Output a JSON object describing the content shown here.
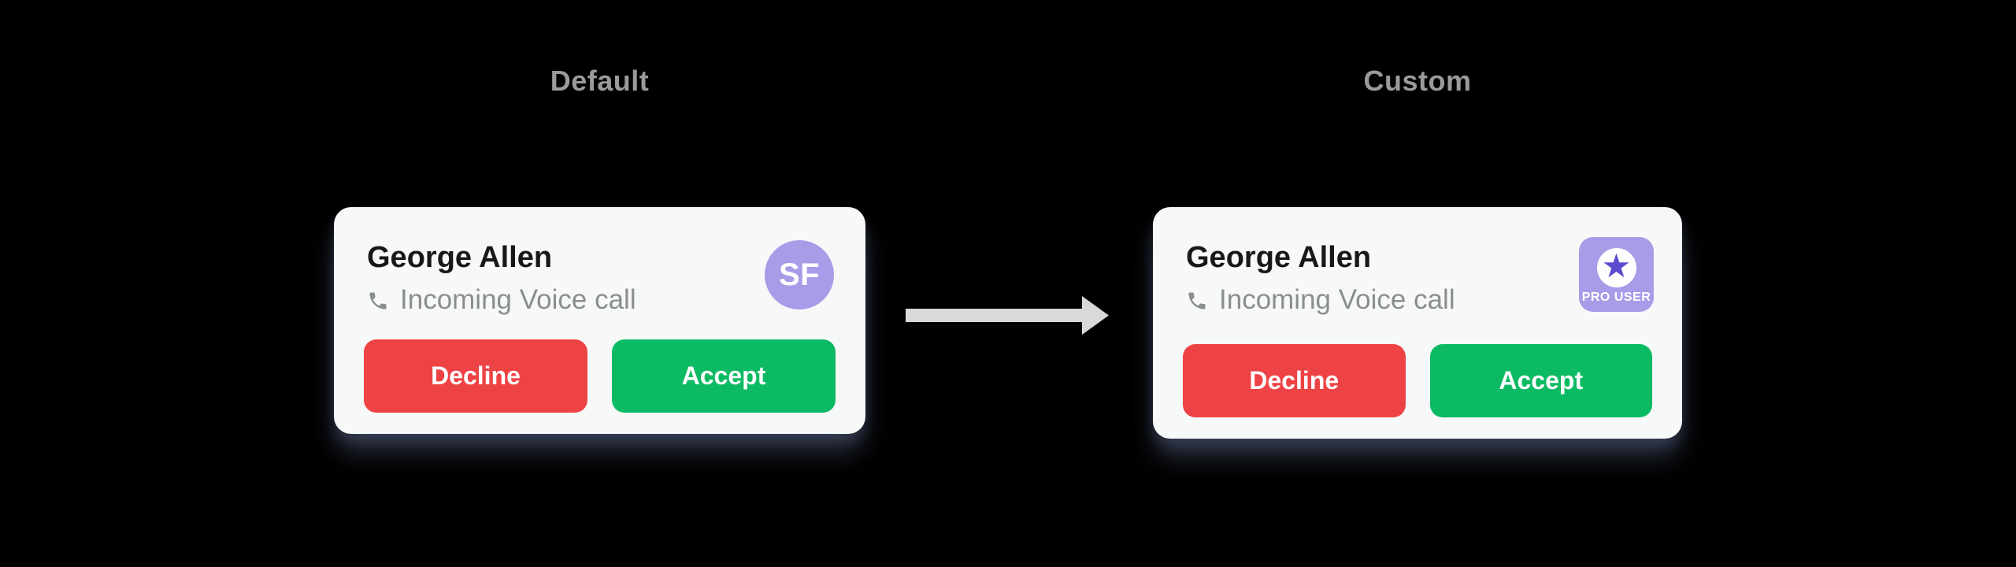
{
  "left_panel": {
    "label": "Default",
    "card": {
      "caller_name": "George Allen",
      "call_type": "Incoming Voice call",
      "avatar_initials": "SF",
      "decline_label": "Decline",
      "accept_label": "Accept"
    }
  },
  "right_panel": {
    "label": "Custom",
    "card": {
      "caller_name": "George Allen",
      "call_type": "Incoming Voice call",
      "badge_label": "PRO USER",
      "decline_label": "Decline",
      "accept_label": "Accept"
    }
  },
  "icons": {
    "phone": "call-receiver",
    "star": "★",
    "arrow": "→"
  },
  "colors": {
    "background": "#000000",
    "card_background": "#f7f8f8",
    "caller_name": "#17181a",
    "subtitle": "#8b8e90",
    "label": "#9b9b9b",
    "decline_red": "#ee4345",
    "accept_green": "#0cba63",
    "avatar_purple": "#a89ce8",
    "star_purple": "#5a4bcf",
    "badge_text": "#ffffff",
    "arrow_gray": "#d9d9d9"
  }
}
